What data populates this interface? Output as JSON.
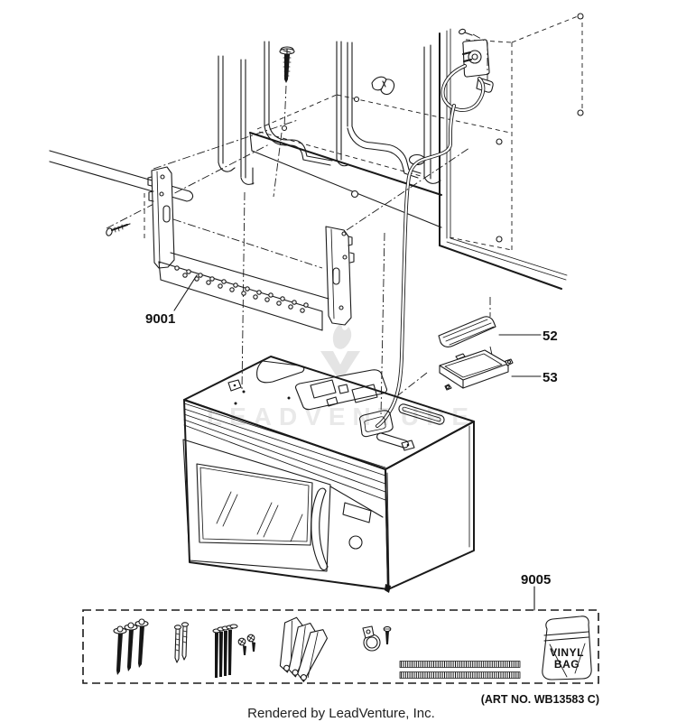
{
  "document_type": "appliance installation parts diagram",
  "callouts": {
    "bracket": "9001",
    "grille": "52",
    "housing": "53",
    "kit": "9005"
  },
  "vinyl_bag": {
    "line1": "VINYL",
    "line2": "BAG"
  },
  "watermark": {
    "text": "LEADVENTURE"
  },
  "footer": {
    "art_no": "(ART NO. WB13583 C)",
    "rendered_by": "Rendered by LeadVenture, Inc."
  },
  "colors": {
    "line": "#1a1a1a",
    "watermark": "#e9e9e9",
    "background": "#ffffff"
  }
}
